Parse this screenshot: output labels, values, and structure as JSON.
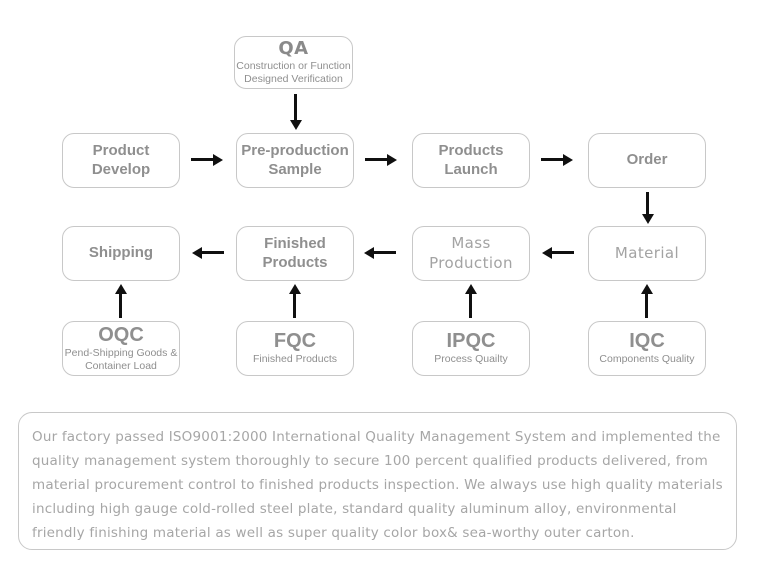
{
  "colors": {
    "background": "#ffffff",
    "box_border": "#c8c8c8",
    "box_text": "#8f8f8f",
    "gothic_text": "#a3a3a3",
    "paragraph_text": "#a6a6a6",
    "arrow": "#101010"
  },
  "qa_node": {
    "title": "QA",
    "subtitle": "Construction or Function\nDesigned Verification"
  },
  "process_row": [
    {
      "label": "Product\nDevelop"
    },
    {
      "label": "Pre-production\nSample"
    },
    {
      "label": "Products\nLaunch"
    },
    {
      "label": "Order"
    }
  ],
  "production_row": [
    {
      "label": "Shipping"
    },
    {
      "label": "Finished\nProducts"
    },
    {
      "label": "Mass\nProduction"
    },
    {
      "label": "Material"
    }
  ],
  "qc_row": [
    {
      "title": "OQC",
      "subtitle": "Pend-Shipping Goods &\nContainer Load"
    },
    {
      "title": "FQC",
      "subtitle": "Finished Products"
    },
    {
      "title": "IPQC",
      "subtitle": "Process Quailty"
    },
    {
      "title": "IQC",
      "subtitle": "Components Quality"
    }
  ],
  "description": "Our factory passed ISO9001:2000 International Quality Management System and  implemented the quality management system thoroughly to secure 100 percent qualified products delivered, from material procurement control to finished products inspection. We always use high quality materials including high gauge cold-rolled steel plate, standard quality aluminum alloy, environmental friendly finishing material as well as super quality color box& sea-worthy outer carton."
}
